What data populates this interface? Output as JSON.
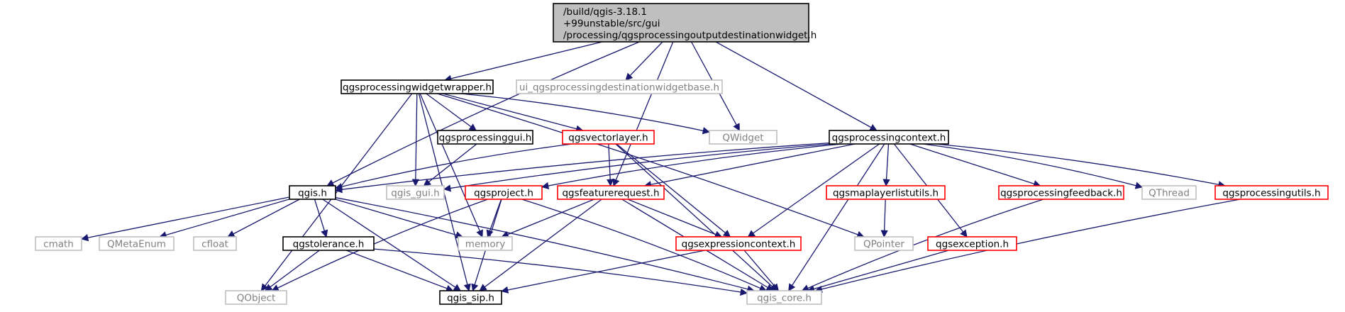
{
  "colors": {
    "edge": "#191970",
    "root_fill": "#bfbfbf",
    "root_border": "#000000",
    "documented_border": "#000000",
    "partial_border": "#ff0000",
    "external_border": "#bfbfbf",
    "external_text": "#808080",
    "text": "#000000"
  },
  "nodes": [
    {
      "id": "root",
      "kind": "root",
      "lines": [
        "/build/qgis-3.18.1",
        "+99unstable/src/gui",
        "/processing/qgsprocessingoutputdestinationwidget.h"
      ]
    },
    {
      "id": "pww",
      "kind": "documented",
      "lines": [
        "qgsprocessingwidgetwrapper.h"
      ]
    },
    {
      "id": "uiw",
      "kind": "external",
      "lines": [
        "ui_qgsprocessingdestinationwidgetbase.h"
      ]
    },
    {
      "id": "qwidget",
      "kind": "external",
      "lines": [
        "QWidget"
      ]
    },
    {
      "id": "pgui",
      "kind": "documented",
      "lines": [
        "qgsprocessinggui.h"
      ]
    },
    {
      "id": "vl",
      "kind": "partial",
      "lines": [
        "qgsvectorlayer.h"
      ]
    },
    {
      "id": "pctx",
      "kind": "documented",
      "lines": [
        "qgsprocessingcontext.h"
      ]
    },
    {
      "id": "qgis",
      "kind": "documented",
      "lines": [
        "qgis.h"
      ]
    },
    {
      "id": "qgisgui",
      "kind": "external",
      "lines": [
        "qgis_gui.h"
      ]
    },
    {
      "id": "proj",
      "kind": "partial",
      "lines": [
        "qgsproject.h"
      ]
    },
    {
      "id": "freq",
      "kind": "partial",
      "lines": [
        "qgsfeaturerequest.h"
      ]
    },
    {
      "id": "mlu",
      "kind": "partial",
      "lines": [
        "qgsmaplayerlistutils.h"
      ]
    },
    {
      "id": "pfb",
      "kind": "partial",
      "lines": [
        "qgsprocessingfeedback.h"
      ]
    },
    {
      "id": "qthread",
      "kind": "external",
      "lines": [
        "QThread"
      ]
    },
    {
      "id": "putils",
      "kind": "partial",
      "lines": [
        "qgsprocessingutils.h"
      ]
    },
    {
      "id": "cmath",
      "kind": "external",
      "lines": [
        "cmath"
      ]
    },
    {
      "id": "qmeta",
      "kind": "external",
      "lines": [
        "QMetaEnum"
      ]
    },
    {
      "id": "cfloat",
      "kind": "external",
      "lines": [
        "cfloat"
      ]
    },
    {
      "id": "tol",
      "kind": "documented",
      "lines": [
        "qgstolerance.h"
      ]
    },
    {
      "id": "memory",
      "kind": "external",
      "lines": [
        "memory"
      ]
    },
    {
      "id": "ectx",
      "kind": "partial",
      "lines": [
        "qgsexpressioncontext.h"
      ]
    },
    {
      "id": "qpointer",
      "kind": "external",
      "lines": [
        "QPointer"
      ]
    },
    {
      "id": "exc",
      "kind": "partial",
      "lines": [
        "qgsexception.h"
      ]
    },
    {
      "id": "qobject",
      "kind": "external",
      "lines": [
        "QObject"
      ]
    },
    {
      "id": "sip",
      "kind": "documented",
      "lines": [
        "qgis_sip.h"
      ]
    },
    {
      "id": "core",
      "kind": "external",
      "lines": [
        "qgis_core.h"
      ]
    }
  ],
  "edges": [
    [
      "root",
      "pww"
    ],
    [
      "root",
      "uiw"
    ],
    [
      "root",
      "qwidget"
    ],
    [
      "root",
      "pctx"
    ],
    [
      "root",
      "qgis"
    ],
    [
      "root",
      "freq"
    ],
    [
      "pww",
      "qwidget"
    ],
    [
      "pww",
      "pgui"
    ],
    [
      "pww",
      "vl"
    ],
    [
      "pww",
      "qgisgui"
    ],
    [
      "pww",
      "memory"
    ],
    [
      "pww",
      "qobject"
    ],
    [
      "pww",
      "sip"
    ],
    [
      "pww",
      "qpointer"
    ],
    [
      "pgui",
      "qgisgui"
    ],
    [
      "vl",
      "qgis"
    ],
    [
      "vl",
      "freq"
    ],
    [
      "vl",
      "ectx"
    ],
    [
      "vl",
      "core"
    ],
    [
      "pctx",
      "qgis"
    ],
    [
      "pctx",
      "qgisgui"
    ],
    [
      "pctx",
      "proj"
    ],
    [
      "pctx",
      "freq"
    ],
    [
      "pctx",
      "mlu"
    ],
    [
      "pctx",
      "pfb"
    ],
    [
      "pctx",
      "qthread"
    ],
    [
      "pctx",
      "putils"
    ],
    [
      "pctx",
      "exc"
    ],
    [
      "pctx",
      "ectx"
    ],
    [
      "pctx",
      "core"
    ],
    [
      "qgis",
      "cmath"
    ],
    [
      "qgis",
      "qmeta"
    ],
    [
      "qgis",
      "cfloat"
    ],
    [
      "qgis",
      "tol"
    ],
    [
      "qgis",
      "memory"
    ],
    [
      "qgis",
      "sip"
    ],
    [
      "qgis",
      "core"
    ],
    [
      "proj",
      "memory"
    ],
    [
      "proj",
      "qobject"
    ],
    [
      "proj",
      "sip"
    ],
    [
      "proj",
      "core"
    ],
    [
      "freq",
      "memory"
    ],
    [
      "freq",
      "ectx"
    ],
    [
      "freq",
      "sip"
    ],
    [
      "freq",
      "core"
    ],
    [
      "mlu",
      "qpointer"
    ],
    [
      "pfb",
      "core"
    ],
    [
      "putils",
      "core"
    ],
    [
      "tol",
      "qobject"
    ],
    [
      "tol",
      "sip"
    ],
    [
      "tol",
      "core"
    ],
    [
      "ectx",
      "sip"
    ],
    [
      "ectx",
      "core"
    ],
    [
      "exc",
      "core"
    ]
  ]
}
